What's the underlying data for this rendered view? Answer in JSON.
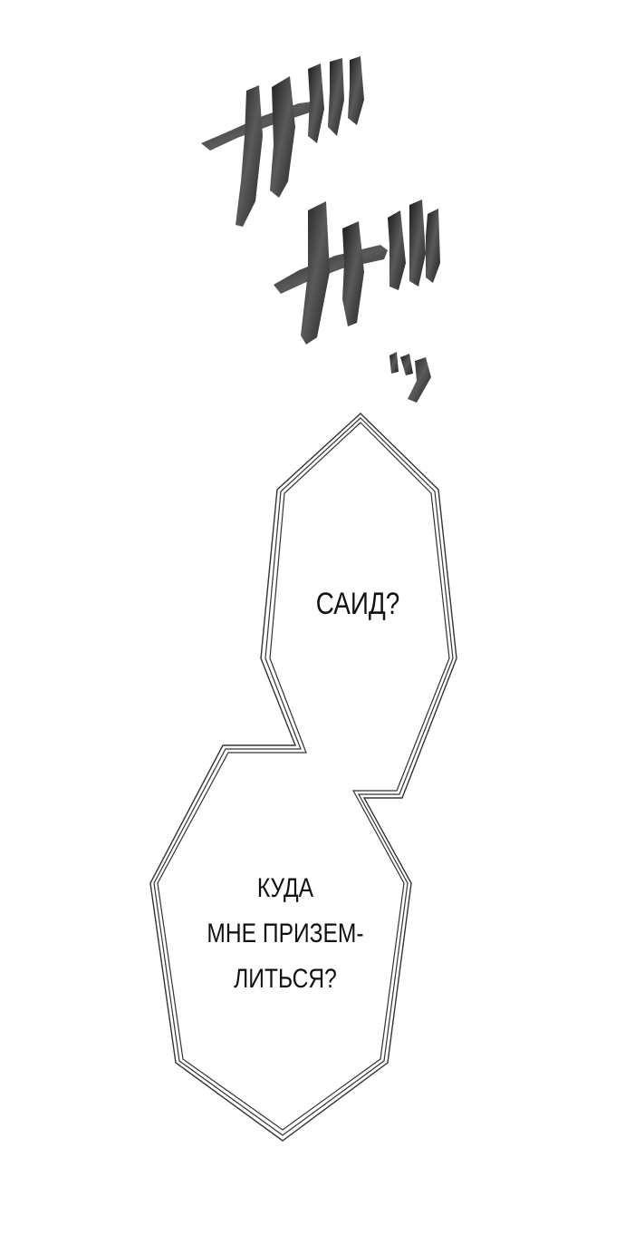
{
  "sound_effect": {
    "icon": "scribbled-sound-effect-icon",
    "color": "#2a2a2a"
  },
  "bubbles": {
    "line_color": "#333333",
    "fill": "#ffffff",
    "first": {
      "text": "САИД?"
    },
    "second": {
      "line1": "КУДА",
      "line2": "МНЕ ПРИЗЕМ-",
      "line3": "ЛИТЬСЯ?"
    }
  }
}
